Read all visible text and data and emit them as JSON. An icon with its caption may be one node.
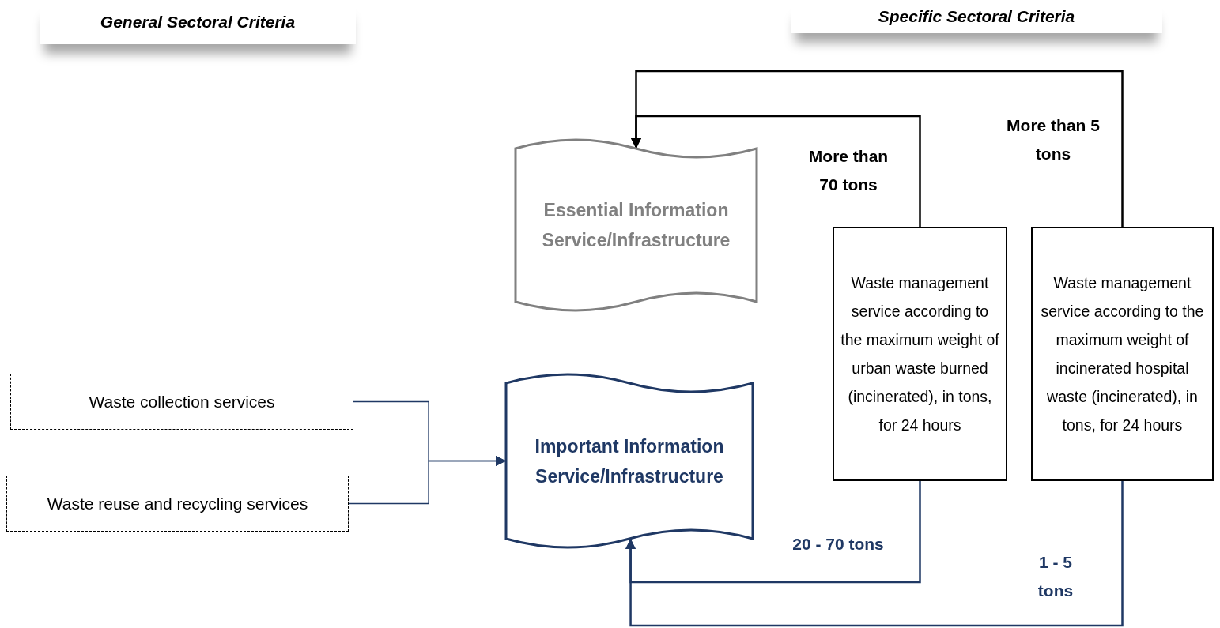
{
  "diagram": {
    "nodes": [
      {
        "text": [
          "General Sectoral Criteria"
        ]
      },
      {
        "text": [
          "Specific Sectoral Criteria"
        ]
      },
      {
        "text": [
          "Essential Information Service/Infrastructure"
        ]
      },
      {
        "text": [
          "Waste management service according to the maximum weight of urban waste burned (incinerated), in tons, for 24 hours"
        ]
      },
      {
        "text": [
          "Waste management service according to the maximum weight of incinerated hospital waste (incinerated), in tons, for 24 hours"
        ]
      },
      {
        "text": [
          "Waste collection services"
        ]
      },
      {
        "text": [
          "Waste reuse and recycling services"
        ]
      },
      {
        "text": [
          "Important Information Service/Infrastructure"
        ]
      }
    ],
    "edges": [
      {
        "from": 3,
        "to": 2,
        "arrow": "to",
        "label": "More than 70 tons",
        "color": "#000000"
      },
      {
        "from": 4,
        "to": 2,
        "arrow": "to",
        "label": "More than 5 tons",
        "color": "#000000"
      },
      {
        "from": 5,
        "to": 7,
        "arrow": "to"
      },
      {
        "from": 6,
        "to": 7,
        "arrow": "to"
      },
      {
        "from": 3,
        "to": 7,
        "arrow": "to",
        "label": "20 - 70 tons"
      },
      {
        "from": 4,
        "to": 7,
        "arrow": "to",
        "label": "1 - 5 tons"
      }
    ]
  }
}
